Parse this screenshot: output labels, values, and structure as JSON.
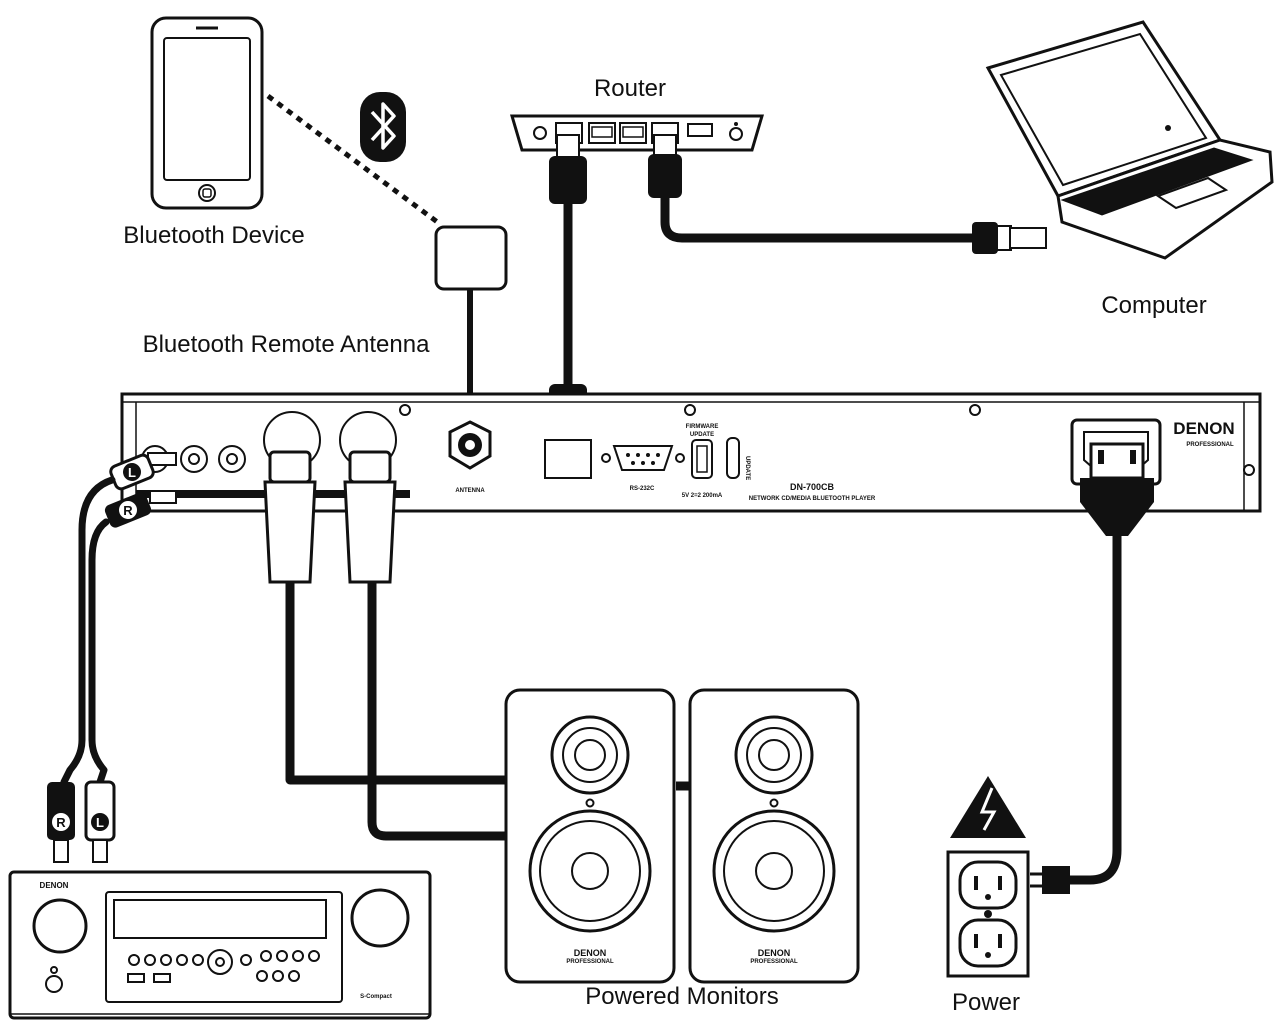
{
  "labels": {
    "router": "Router",
    "computer": "Computer",
    "bluetooth_device": "Bluetooth Device",
    "bluetooth_remote_antenna": "Bluetooth Remote Antenna",
    "powered_monitors": "Powered Monitors",
    "power": "Power"
  },
  "player": {
    "brand": "DENON",
    "brand_sub": "PROFESSIONAL",
    "model": "DN-700CB",
    "model_sub": "NETWORK CD/MEDIA BLUETOOTH PLAYER",
    "antenna_label": "ANTENNA",
    "rs232_label": "RS-232C",
    "firmware_label_1": "FIRMWARE",
    "firmware_label_2": "UPDATE",
    "usb_power_label": "5V 2=2 200mA",
    "update_label": "UPDATE"
  },
  "connectors": {
    "left": "L",
    "right": "R"
  },
  "monitors": {
    "brand": "DENON",
    "brand_sub": "PROFESSIONAL"
  },
  "receiver": {
    "brand": "DENON",
    "model": "S-Compact"
  },
  "colors": {
    "line": "#111111",
    "background": "#ffffff"
  }
}
